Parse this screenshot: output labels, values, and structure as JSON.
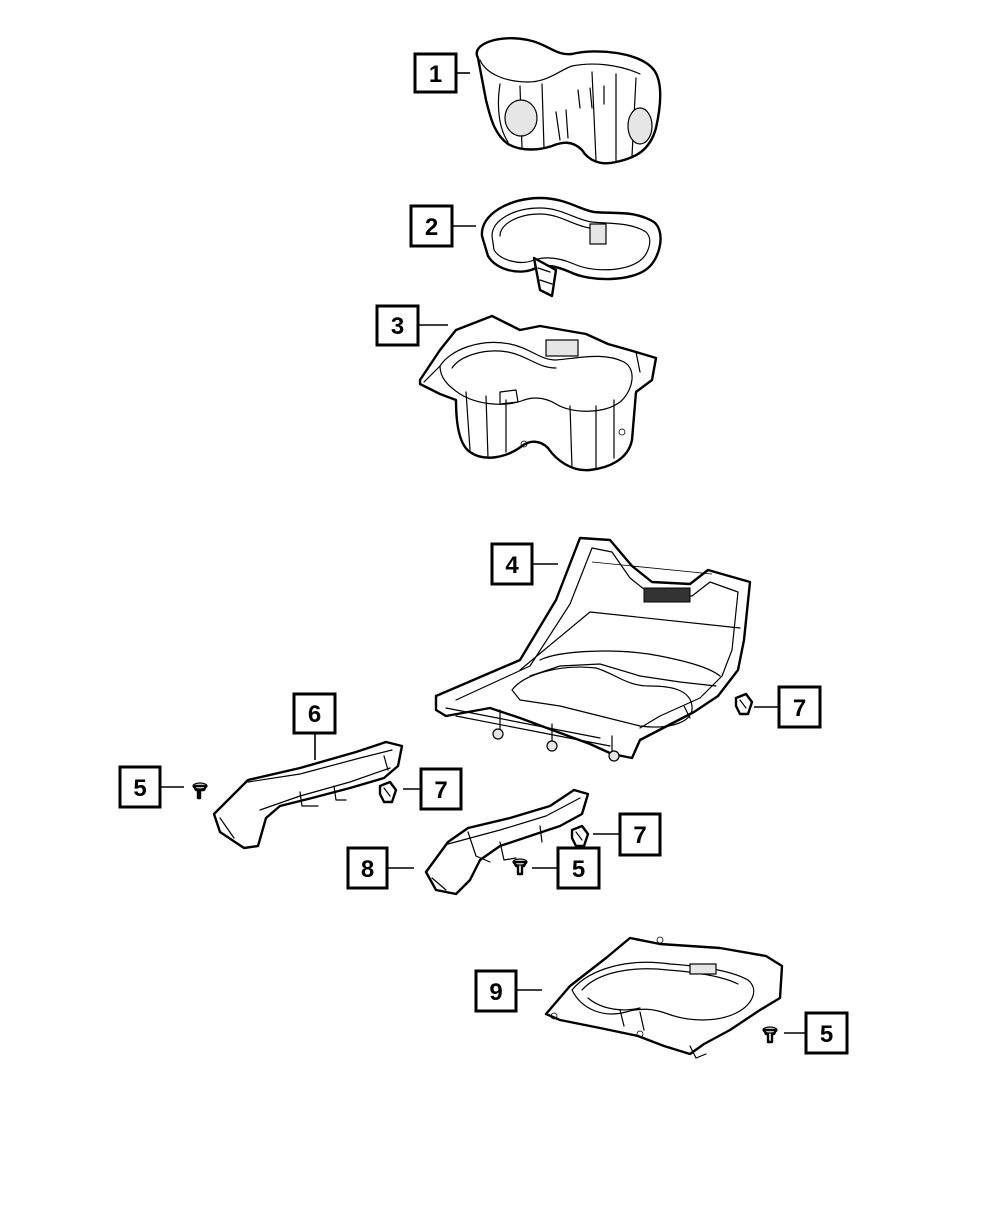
{
  "callouts": [
    {
      "id": "c1",
      "label": "1"
    },
    {
      "id": "c2",
      "label": "2"
    },
    {
      "id": "c3",
      "label": "3"
    },
    {
      "id": "c4",
      "label": "4"
    },
    {
      "id": "c6",
      "label": "6"
    },
    {
      "id": "c5a",
      "label": "5"
    },
    {
      "id": "c7a",
      "label": "7"
    },
    {
      "id": "c7b",
      "label": "7"
    },
    {
      "id": "c7c",
      "label": "7"
    },
    {
      "id": "c8",
      "label": "8"
    },
    {
      "id": "c5b",
      "label": "5"
    },
    {
      "id": "c9",
      "label": "9"
    },
    {
      "id": "c5c",
      "label": "5"
    }
  ]
}
